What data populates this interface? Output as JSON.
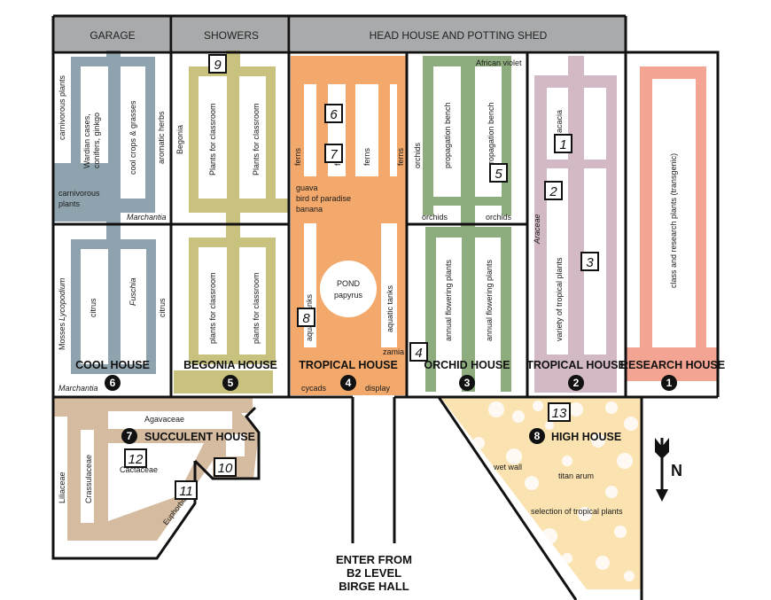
{
  "colors": {
    "header": "#a9aaab",
    "cool": "#8fa3ae",
    "begonia": "#c9c27e",
    "tropical1": "#f3a96b",
    "orchid": "#8ead7e",
    "tropical2": "#d2b9c5",
    "research": "#f4a492",
    "succulent": "#d5bca1",
    "highhouse": "#fbe3b1",
    "wall": "#111111"
  },
  "headers": {
    "garage": "GARAGE",
    "showers": "SHOWERS",
    "head_house": "HEAD HOUSE AND POTTING SHED"
  },
  "houses": {
    "cool": {
      "name": "COOL HOUSE",
      "number": "6"
    },
    "begonia": {
      "name": "BEGONIA HOUSE",
      "number": "5"
    },
    "tropical1": {
      "name": "TROPICAL HOUSE",
      "number": "4"
    },
    "orchid": {
      "name": "ORCHID HOUSE",
      "number": "3"
    },
    "tropical2": {
      "name": "TROPICAL HOUSE",
      "number": "2"
    },
    "research": {
      "name": "RESEARCH HOUSE",
      "number": "1"
    },
    "succulent": {
      "name": "SUCCULENT HOUSE",
      "number": "7"
    },
    "high": {
      "name": "HIGH HOUSE",
      "number": "8"
    }
  },
  "labels": {
    "carnivorous_plants_v": "carnivorous plants",
    "wardian_1": "Wardian cases,",
    "wardian_2": "conifers, ginkgo",
    "cool_crops": "cool crops & grasses",
    "aromatic_herbs": "aromatic herbs",
    "carnivorous_1": "carnivorous",
    "carnivorous_2": "plants",
    "marchantia_top": "Marchantia",
    "mosses_1": "Mosses",
    "mosses_2": "Lycopodium",
    "citrus_left": "citrus",
    "fuschia": "Fuschia",
    "citrus_right": "citrus",
    "marchantia_bottom": "Marchantia",
    "begonia": "Begonia",
    "plants_classroom_a": "Plants for classroom",
    "plants_classroom_b": "Plants for classroom",
    "plants_classroom_c": "plants for classroom",
    "plants_classroom_d": "plants for classroom",
    "ferns_left": "ferns",
    "ferns_mid_a": "ferns",
    "ferns_mid_b": "ferns",
    "ferns_right": "ferns",
    "guava": "guava",
    "bird_of_paradise": "bird of paradise",
    "banana": "banana",
    "pond": "POND",
    "papyrus": "papyrus",
    "aquatic_left": "aquatic tanks",
    "aquatic_right": "aquatic tanks",
    "zamia": "zamia",
    "cycads": "cycads",
    "display": "display",
    "african_violet": "African violet",
    "orchids_v": "orchids",
    "propagation_a": "propagation bench",
    "propagation_b": "propagation bench",
    "orchids_a": "orchids",
    "orchids_b": "orchids",
    "annual_a": "annual flowering plants",
    "annual_b": "annual flowering plants",
    "acacia": "acacia",
    "araceae": "Araceae",
    "variety_tropical": "variety of tropical plants",
    "class_research": "class and research plants (transgenic)",
    "agavaceae": "Agavaceae",
    "liliaceae": "Liliaceae",
    "crassulaceae": "Crassulaceae",
    "cactaceae": "Cactaceae",
    "euphorbiaceae": "Euphorbiaceae",
    "wet_wall": "wet wall",
    "titan_arum": "titan arum",
    "selection_tropical": "selection of tropical plants"
  },
  "markers": {
    "m1": "1",
    "m2": "2",
    "m3": "3",
    "m4": "4",
    "m5": "5",
    "m6": "6",
    "m7": "7",
    "m8": "8",
    "m9": "9",
    "m10": "10",
    "m11": "11",
    "m12": "12",
    "m13": "13"
  },
  "entrance": {
    "line1": "ENTER FROM",
    "line2": "B2 LEVEL",
    "line3": "BIRGE HALL"
  },
  "compass": "N"
}
